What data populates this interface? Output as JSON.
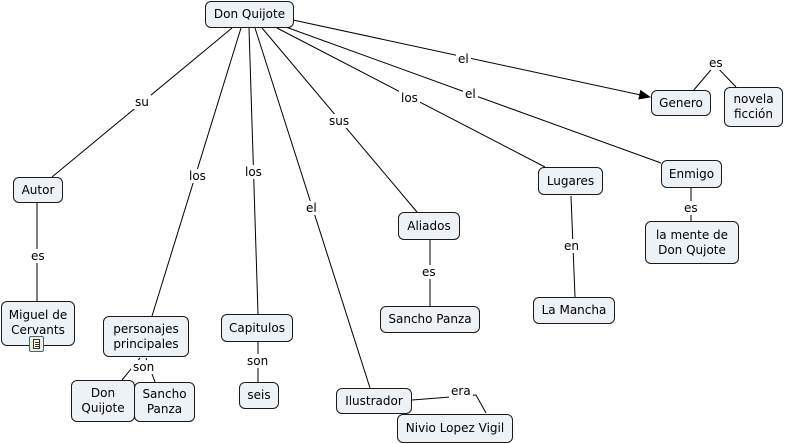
{
  "nodes": {
    "don_quijote": "Don Quijote",
    "autor": "Autor",
    "miguel": [
      "Miguel de",
      "Cervants"
    ],
    "personajes": [
      "personajes",
      "principales"
    ],
    "don_quijote_char": [
      "Don",
      "Quijote"
    ],
    "sancho_panza_char": [
      "Sancho",
      "Panza"
    ],
    "capitulos": "Capitulos",
    "seis": "seis",
    "ilustrador": "Ilustrador",
    "nivio": "Nivio Lopez Vigil",
    "aliados": "Aliados",
    "sancho_panza": "Sancho Panza",
    "lugares": "Lugares",
    "la_mancha": "La Mancha",
    "genero": "Genero",
    "novela": [
      "novela",
      "ficción"
    ],
    "enmigo": "Enmigo",
    "mente": [
      "la mente de",
      "Don Qujote"
    ]
  },
  "links": {
    "su": "su",
    "es_autor": "es",
    "los_personajes": "los",
    "son_personajes": "son",
    "los_capitulos": "los",
    "son_capitulos": "son",
    "el_ilustrador": "el",
    "era": "era",
    "sus": "sus",
    "es_aliados": "es",
    "los_lugares": "los",
    "en": "en",
    "el_genero": "el",
    "es_genero": "es",
    "el_enmigo": "el",
    "es_enmigo": "es"
  },
  "icons": {
    "resource": "document-resource-icon"
  }
}
